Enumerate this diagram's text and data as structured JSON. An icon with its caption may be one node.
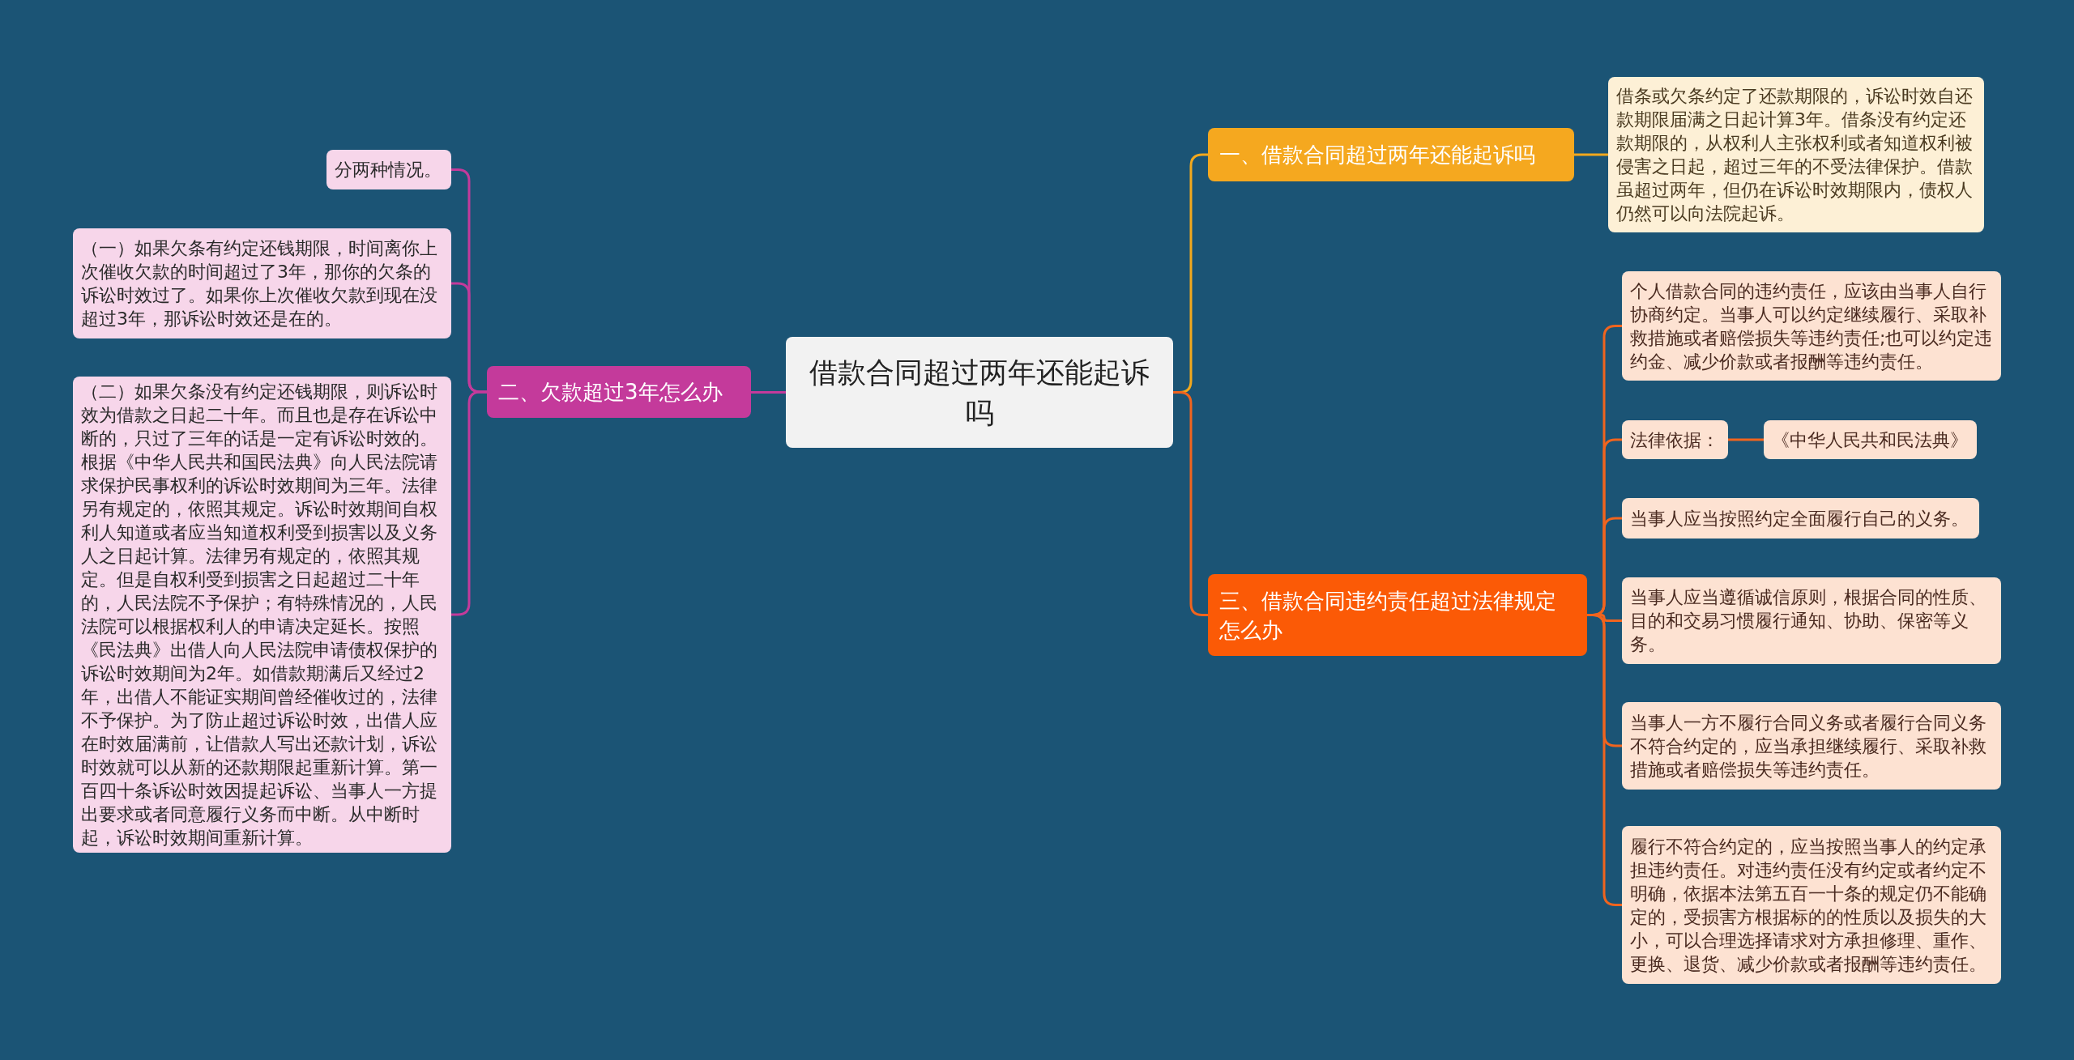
{
  "diagram": {
    "nodes": [
      {
        "text": [
          "借款合同超过两年还能起诉吗"
        ]
      },
      {
        "text": [
          "一、借款合同超过两年还能起诉吗"
        ]
      },
      {
        "text": [
          "借条或欠条约定了还款期限的，诉讼时效自还款期限届满之日起计算3年。借条没有约定还款期限的，从权利人主张权利或者知道权利被侵害之日起，超过三年的不受法律保护。借款虽超过两年，但仍在诉讼时效期限内，债权人仍然可以向法院起诉。"
        ]
      },
      {
        "text": [
          "二、欠款超过3年怎么办"
        ]
      },
      {
        "text": [
          "分两种情况。"
        ]
      },
      {
        "text": [
          "（一）如果欠条有约定还钱期限，时间离你上次催收欠款的时间超过了3年，那你的欠条的诉讼时效过了。如果你上次催收欠款到现在没超过3年，那诉讼时效还是在的。"
        ]
      },
      {
        "text": [
          "（二）如果欠条没有约定还钱期限，则诉讼时效为借款之日起二十年。而且也是存在诉讼中断的，只过了三年的话是一定有诉讼时效的。根据《中华人民共和国民法典》向人民法院请求保护民事权利的诉讼时效期间为三年。法律另有规定的，依照其规定。诉讼时效期间自权利人知道或者应当知道权利受到损害以及义务人之日起计算。法律另有规定的，依照其规定。但是自权利受到损害之日起超过二十年的，人民法院不予保护；有特殊情况的，人民法院可以根据权利人的申请决定延长。按照《民法典》出借人向人民法院申请债权保护的诉讼时效期间为2年。如借款期满后又经过2年，出借人不能证实期间曾经催收过的，法律不予保护。为了防止超过诉讼时效，出借人应在时效届满前，让借款人写出还款计划，诉讼时效就可以从新的还款期限起重新计算。第一百四十条诉讼时效因提起诉讼、当事人一方提出要求或者同意履行义务而中断。从中断时起，诉讼时效期间重新计算。"
        ]
      },
      {
        "text": [
          "三、借款合同违约责任超过法律规定怎么办"
        ]
      },
      {
        "text": [
          "个人借款合同的违约责任，应该由当事人自行协商约定。当事人可以约定继续履行、采取补救措施或者赔偿损失等违约责任;也可以约定违约金、减少价款或者报酬等违约责任。"
        ]
      },
      {
        "text": [
          "法律依据："
        ]
      },
      {
        "text": [
          "《中华人民共和民法典》"
        ]
      },
      {
        "text": [
          "当事人应当按照约定全面履行自己的义务。"
        ]
      },
      {
        "text": [
          "当事人应当遵循诚信原则，根据合同的性质、目的和交易习惯履行通知、协助、保密等义务。"
        ]
      },
      {
        "text": [
          "当事人一方不履行合同义务或者履行合同义务不符合约定的，应当承担继续履行、采取补救措施或者赔偿损失等违约责任。"
        ]
      },
      {
        "text": [
          "履行不符合约定的，应当按照当事人的约定承担违约责任。对违约责任没有约定或者约定不明确，依据本法第五百一十条的规定仍不能确定的，受损害方根据标的的性质以及损失的大小，可以合理选择请求对方承担修理、重作、更换、退货、减少价款或者报酬等违约责任。"
        ]
      }
    ],
    "edges": [
      {
        "from": 0,
        "to": 1,
        "arrow": "none",
        "color": "#f2a81d"
      },
      {
        "from": 1,
        "to": 2,
        "arrow": "none",
        "color": "#f2a81d"
      },
      {
        "from": 0,
        "to": 3,
        "arrow": "none",
        "color": "#c43a9b"
      },
      {
        "from": 3,
        "to": 4,
        "arrow": "none",
        "color": "#c43a9b"
      },
      {
        "from": 3,
        "to": 5,
        "arrow": "none",
        "color": "#c43a9b"
      },
      {
        "from": 3,
        "to": 6,
        "arrow": "none",
        "color": "#c43a9b"
      },
      {
        "from": 0,
        "to": 7,
        "arrow": "none"
      },
      {
        "from": 7,
        "to": 8,
        "arrow": "none"
      },
      {
        "from": 7,
        "to": 9,
        "arrow": "none"
      },
      {
        "from": 9,
        "to": 10,
        "arrow": "none"
      },
      {
        "from": 7,
        "to": 11,
        "arrow": "none"
      },
      {
        "from": 7,
        "to": 12,
        "arrow": "none"
      },
      {
        "from": 7,
        "to": 13,
        "arrow": "none"
      },
      {
        "from": 7,
        "to": 14,
        "arrow": "none"
      }
    ]
  }
}
